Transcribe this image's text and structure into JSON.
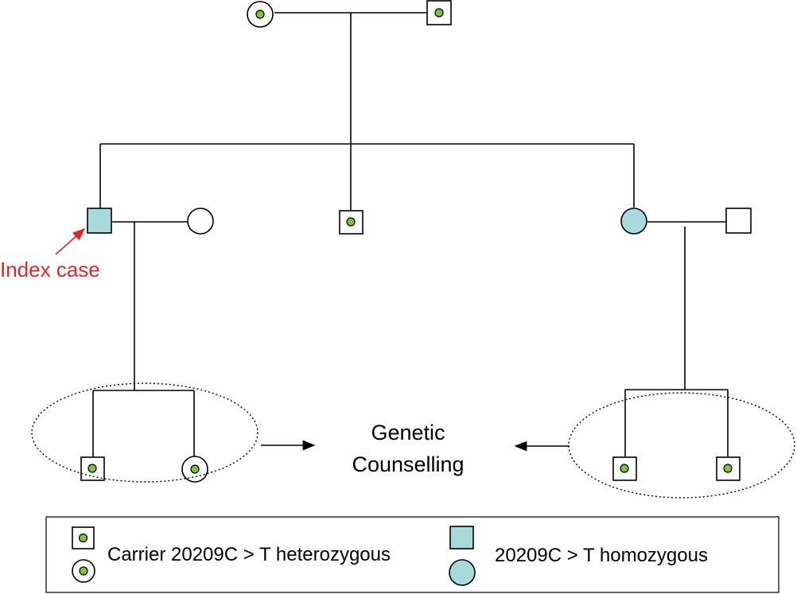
{
  "index_label": "Index case",
  "counselling_label": [
    "Genetic",
    "Counselling"
  ],
  "legend": {
    "carrier_label": "Carrier 20209C > T heterozygous",
    "homozygous_label": "20209C > T homozygous"
  },
  "colors": {
    "affected_fill": "#a8dadc",
    "carrier_dot": "#7dc242",
    "index_text": "#e0242b",
    "line": "#000000"
  },
  "individuals": [
    {
      "id": "grandmother",
      "sex": "female",
      "status": "carrier",
      "generation": 1
    },
    {
      "id": "grandfather",
      "sex": "male",
      "status": "carrier",
      "generation": 1
    },
    {
      "id": "index-case",
      "sex": "male",
      "status": "homozygous",
      "generation": 2,
      "proband": true
    },
    {
      "id": "index-spouse",
      "sex": "female",
      "status": "unaffected",
      "generation": 2
    },
    {
      "id": "middle-son",
      "sex": "male",
      "status": "carrier",
      "generation": 2
    },
    {
      "id": "daughter",
      "sex": "female",
      "status": "homozygous",
      "generation": 2
    },
    {
      "id": "daughter-spouse",
      "sex": "male",
      "status": "unaffected",
      "generation": 2
    },
    {
      "id": "index-son",
      "sex": "male",
      "status": "carrier",
      "generation": 3
    },
    {
      "id": "index-daughter",
      "sex": "female",
      "status": "carrier",
      "generation": 3
    },
    {
      "id": "daughter-son-1",
      "sex": "male",
      "status": "carrier",
      "generation": 3
    },
    {
      "id": "daughter-son-2",
      "sex": "male",
      "status": "carrier",
      "generation": 3
    }
  ]
}
